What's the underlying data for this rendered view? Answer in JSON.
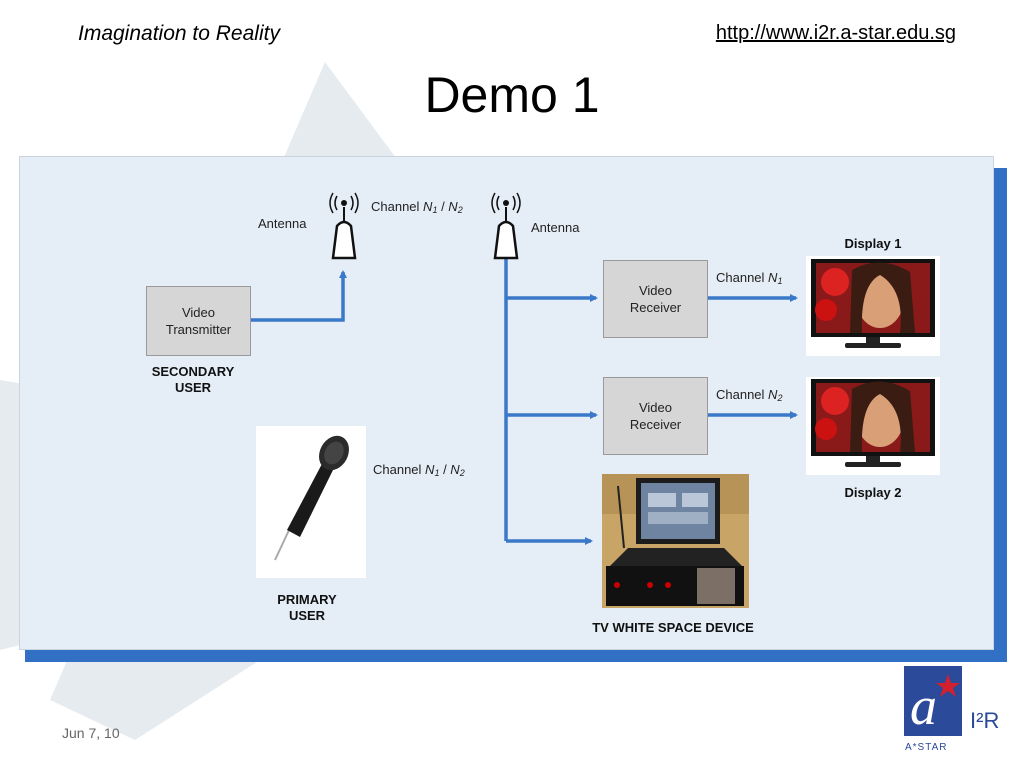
{
  "header": {
    "tagline": "Imagination to Reality",
    "url": "http://www.i2r.a-star.edu.sg"
  },
  "slide": {
    "title": "Demo 1",
    "date": "Jun 7, 10"
  },
  "diagram": {
    "video_transmitter": "Video\nTransmitter",
    "secondary_user": "SECONDARY\nUSER",
    "primary_user": "PRIMARY\nUSER",
    "antenna_left": "Antenna",
    "antenna_right": "Antenna",
    "channel_top": {
      "prefix": "Channel ",
      "n1": "N",
      "s1": "1",
      "sep": " / ",
      "n2": "N",
      "s2": "2"
    },
    "channel_mid": {
      "prefix": "Channel ",
      "n1": "N",
      "s1": "1",
      "sep": " / ",
      "n2": "N",
      "s2": "2"
    },
    "channel_1": {
      "prefix": "Channel ",
      "n": "N",
      "s": "1"
    },
    "channel_2": {
      "prefix": "Channel ",
      "n": "N",
      "s": "2"
    },
    "video_receiver_1": "Video\nReceiver",
    "video_receiver_2": "Video\nReceiver",
    "display_1": "Display 1",
    "display_2": "Display 2",
    "tv_white_space_device": "TV WHITE SPACE DEVICE"
  },
  "logo": {
    "brand": "I²R",
    "sub": "A*STAR"
  },
  "colors": {
    "arrow": "#3a79c9",
    "panel_bg": "#e5eef7",
    "panel_shadow": "#3170c4",
    "logo_blue": "#2b4a9a",
    "logo_red": "#d3202f"
  }
}
